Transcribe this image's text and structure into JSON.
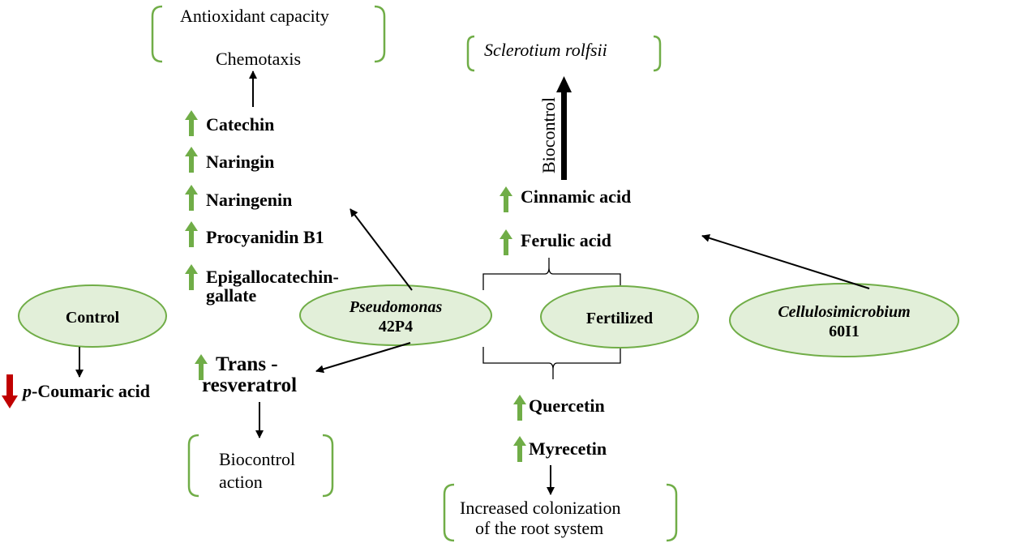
{
  "colors": {
    "oval_fill": "#e2efd9",
    "oval_stroke": "#70ad47",
    "bracket": "#70ad47",
    "up_arrow": "#70ad47",
    "down_arrow": "#c00000",
    "line": "#000000"
  },
  "outcomes": {
    "antioxidant_capacity": "Antioxidant capacity",
    "chemotaxis": "Chemotaxis",
    "sclerotium": "Sclerotium rolfsii",
    "biocontrol_label": "Biocontrol",
    "biocontrol_action_line1": "Biocontrol",
    "biocontrol_action_line2": "action",
    "colonization_line1": "Increased colonization",
    "colonization_line2": "of the root system"
  },
  "treatments": {
    "control": "Control",
    "pseudomonas_name": "Pseudomonas",
    "pseudomonas_strain": "42P4",
    "fertilized": "Fertilized",
    "cellulosimicrobium_name": "Cellulosimicrobium",
    "cellulosimicrobium_strain": "60I1"
  },
  "compounds": {
    "catechin": "Catechin",
    "naringin": "Naringin",
    "naringenin": "Naringenin",
    "procyanidin": "Procyanidin B1",
    "egcg_line1": "Epigallocatechin-",
    "egcg_line2": "gallate",
    "cinnamic": "Cinnamic acid",
    "ferulic": "Ferulic acid",
    "trans_line1": "Trans -",
    "trans_line2": "resveratrol",
    "coumaric_prefix": "p",
    "coumaric_rest": "-Coumaric acid",
    "quercetin": "Quercetin",
    "myrecetin": "Myrecetin"
  }
}
